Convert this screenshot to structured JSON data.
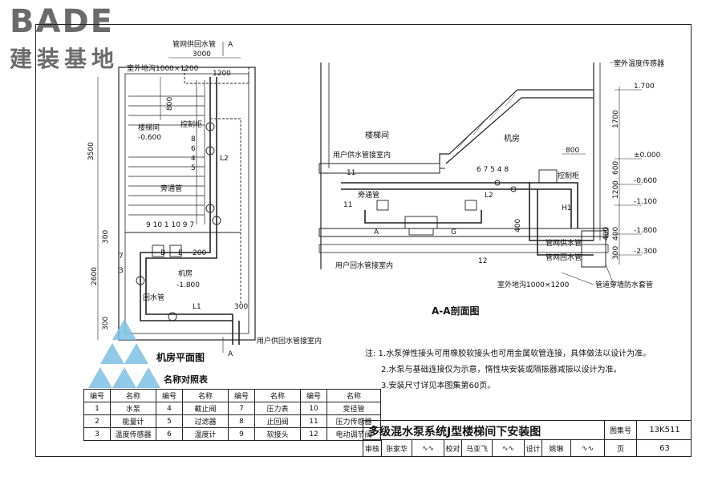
{
  "logo": {
    "brand": "BADE",
    "tagline": "建装基地"
  },
  "plan": {
    "title": "机房平面图",
    "labels": {
      "supply_return": "管网供回水管",
      "width_3000": "3000",
      "trench": "室外地沟1000×1200",
      "d1200": "1200",
      "d800": "800",
      "stairwell": "楼梯间",
      "elev_stair": "-0.600",
      "control_cabinet": "控制柜",
      "d3500": "3500",
      "bypass": "旁通管",
      "seq": "9 10 1 10 9 7",
      "d300a": "300",
      "d200": "200",
      "d2600": "2600",
      "room": "机房",
      "elev_room": "-1.800",
      "return_pipe": "回水管",
      "d300b": "300",
      "d300c": "300",
      "user_supply_in": "用户供回水管接室内",
      "sec_a": "A",
      "L1": "L1",
      "L2": "L2",
      "B": "B",
      "E": "E",
      "n4": "4",
      "n5": "5",
      "n6": "6",
      "n7": "7",
      "n8": "8",
      "n3": "3"
    }
  },
  "section": {
    "title": "A-A剖面图",
    "labels": {
      "outdoor_sensor": "室外温度传感器",
      "e1700": "1.700",
      "e0": "±0.000",
      "em0600": "-0.600",
      "em1100": "-1.100",
      "em1800": "-1.800",
      "em2300": "-2.300",
      "d1700": "1700",
      "d600": "600",
      "d1200": "1200",
      "d400a": "400",
      "d400b": "400",
      "d300": "300",
      "stairwell": "楼梯间",
      "room": "机房",
      "user_supply_in": "用户供水管接室内",
      "d800": "800",
      "control_cabinet": "控制柜",
      "bypass": "旁通管",
      "n11a": "11",
      "n11b": "11",
      "nums": "6 7 5  4 8",
      "n12": "12",
      "net_supply": "管网供水管",
      "net_return": "管网回水管",
      "user_return_in": "用户回水管接室内",
      "trench": "室外地沟1000×1200",
      "sleeve": "管道穿墙防水套管",
      "A": "A",
      "G": "G",
      "H1": "H1",
      "L2": "L2",
      "d400c": "400"
    }
  },
  "notes": [
    "注: 1.水泵弹性接头可用橡胶软接头也可用金属软管连接，具体做法以设计为准。",
    "2.水泵与基础连接仅为示意，惰性块安装或隔振器减振以设计为准。",
    "3.安装尺寸详见本图集第60页。"
  ],
  "legend": {
    "title": "名称对照表",
    "headers": [
      "编号",
      "名称",
      "编号",
      "名称",
      "编号",
      "名称",
      "编号",
      "名称"
    ],
    "rows": [
      [
        "1",
        "水泵",
        "4",
        "截止阀",
        "7",
        "压力表",
        "10",
        "变径管"
      ],
      [
        "2",
        "能量计",
        "5",
        "过滤器",
        "8",
        "止回阀",
        "11",
        "压力传感器"
      ],
      [
        "3",
        "温度传感器",
        "6",
        "温度计",
        "9",
        "软接头",
        "12",
        "电动调节阀"
      ]
    ]
  },
  "titleblock": {
    "title": "多级混水泵系统J型楼梯间下安装图",
    "atlas_label": "图集号",
    "atlas_no": "13K511",
    "review": "审核",
    "reviewer": "张家华",
    "check": "校对",
    "checker": "马亚飞",
    "design": "设计",
    "designer": "姚琳",
    "page_label": "页",
    "page_no": "63"
  }
}
